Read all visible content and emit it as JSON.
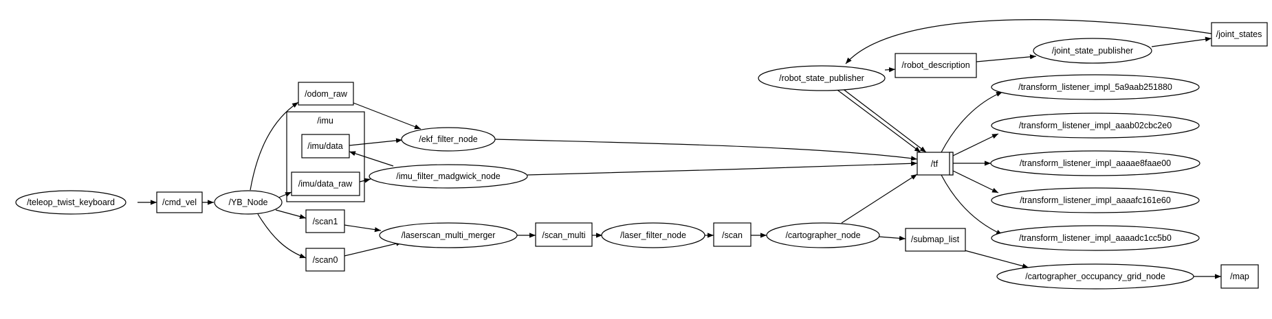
{
  "graph": {
    "cluster_imu": "/imu",
    "nodes": {
      "teleop": "/teleop_twist_keyboard",
      "cmd_vel": "/cmd_vel",
      "yb": "/YB_Node",
      "odom_raw": "/odom_raw",
      "imu_data": "/imu/data",
      "imu_data_raw": "/imu/data_raw",
      "ekf": "/ekf_filter_node",
      "madgwick": "/imu_filter_madgwick_node",
      "scan1": "/scan1",
      "scan0": "/scan0",
      "merger": "/laserscan_multi_merger",
      "scan_multi": "/scan_multi",
      "laser_filter": "/laser_filter_node",
      "scan": "/scan",
      "carto": "/cartographer_node",
      "submap": "/submap_list",
      "occgrid": "/cartographer_occupancy_grid_node",
      "map": "/map",
      "tf": "/tf",
      "rsp": "/robot_state_publisher",
      "robot_desc": "/robot_description",
      "jsp": "/joint_state_publisher",
      "joint_states": "/joint_states",
      "tl1": "/transform_listener_impl_5a9aab251880",
      "tl2": "/transform_listener_impl_aaab02cbc2e0",
      "tl3": "/transform_listener_impl_aaaae8faae00",
      "tl4": "/transform_listener_impl_aaaafc161e60",
      "tl5": "/transform_listener_impl_aaaadc1cc5b0"
    }
  }
}
